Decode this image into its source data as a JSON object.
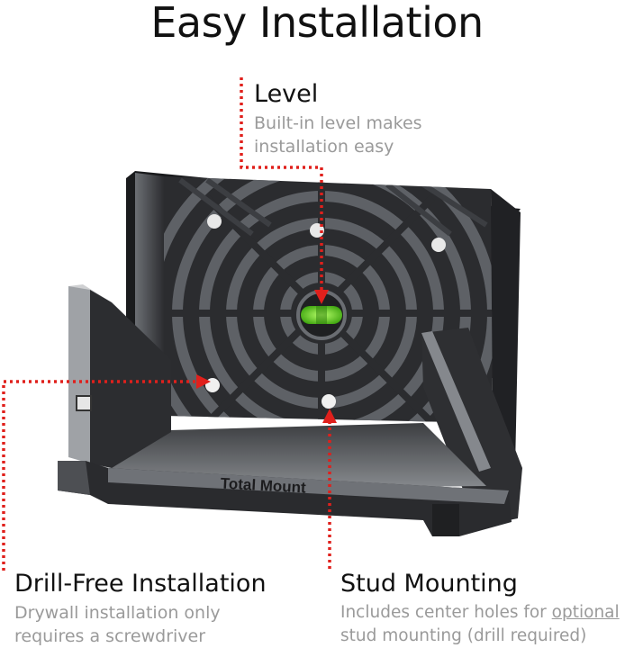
{
  "page": {
    "title": "Easy Installation"
  },
  "callouts": {
    "level": {
      "title": "Level",
      "desc_line1": "Built-in level makes",
      "desc_line2": "installation easy"
    },
    "drill_free": {
      "title": "Drill-Free Installation",
      "desc_line1": "Drywall installation only",
      "desc_line2": "requires a screwdriver"
    },
    "stud": {
      "title": "Stud Mounting",
      "desc_line1_pre": "Includes center holes for ",
      "desc_line1_underlined": "optional",
      "desc_line2": "stud mounting (drill required)"
    }
  },
  "product": {
    "brand_text": "Total Mount"
  },
  "colors": {
    "callout_line": "#e0201c",
    "bubble": "#6fd81a",
    "mount_dark": "#2a2b2d",
    "mount_light": "#8d9094"
  }
}
